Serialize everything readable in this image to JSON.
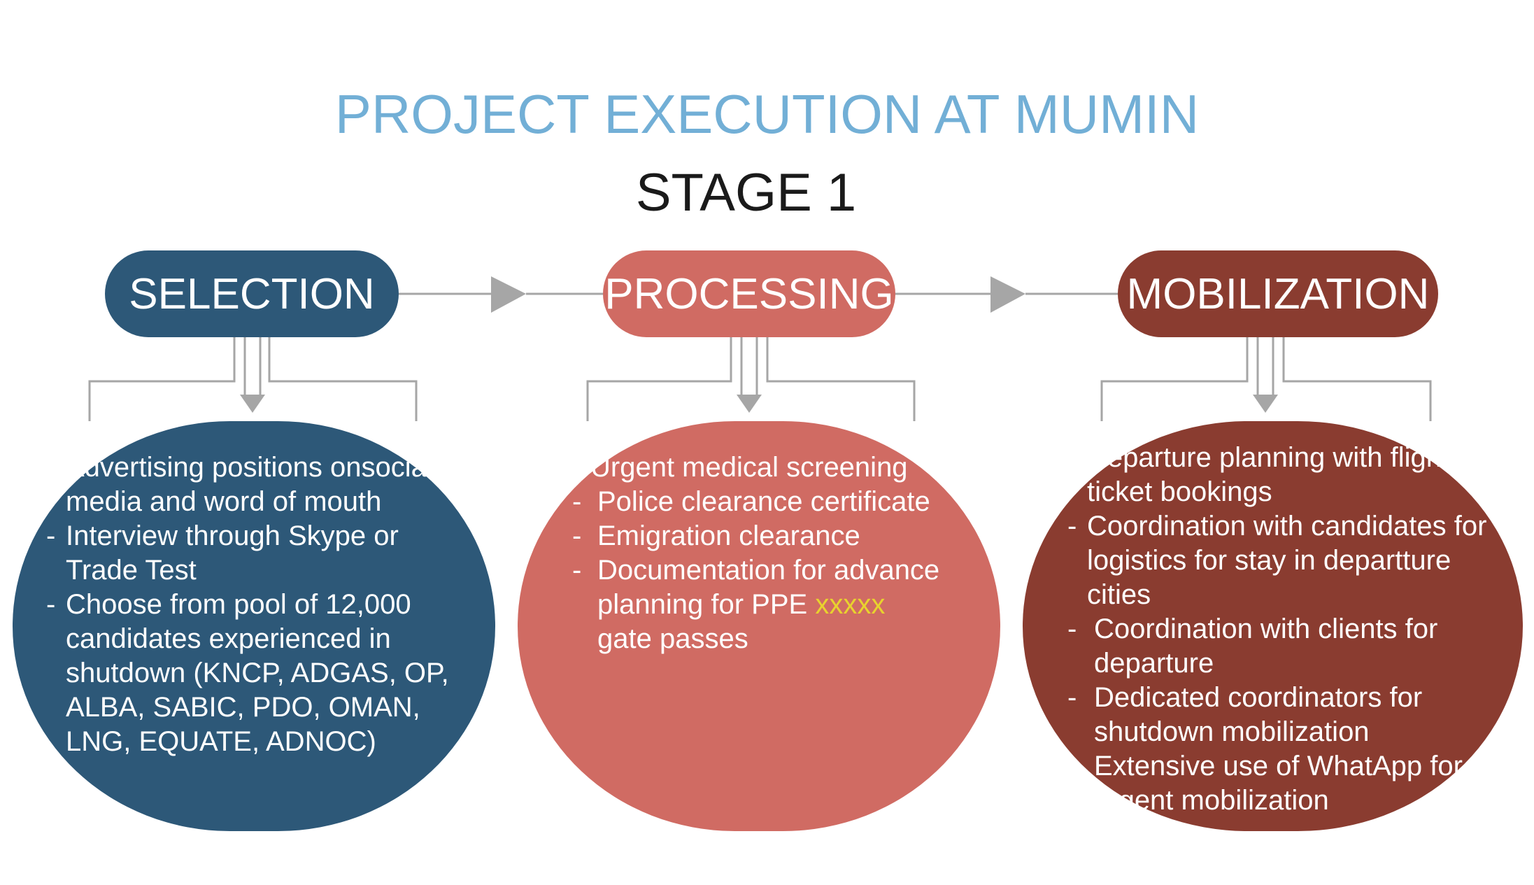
{
  "title": "PROJECT EXECUTION AT MUMIN",
  "subtitle": "STAGE 1",
  "colors": {
    "title": "#72afd6",
    "selection": "#2d5878",
    "processing": "#d06b63",
    "mobilization": "#8a3c30",
    "connector": "#a6a6a6",
    "highlight": "#e8d22e"
  },
  "stages": [
    {
      "label": "SELECTION",
      "items": [
        {
          "dash": "-",
          "text": "Advertising positions onsocial media and word of mouth"
        },
        {
          "dash": "-",
          "text": "Interview through Skype or Trade Test"
        },
        {
          "dash": "-",
          "text": "Choose from pool of 12,000 candidates experienced in shutdown (KNCP, ADGAS, OP, ALBA, SABIC, PDO, OMAN, LNG, EQUATE, ADNOC)"
        }
      ]
    },
    {
      "label": "PROCESSING",
      "items": [
        {
          "dash": "-",
          "text": "Urgent medical screening"
        },
        {
          "dash": "-",
          "text": "Police clearance certificate"
        },
        {
          "dash": "-",
          "text": "Emigration clearance"
        },
        {
          "dash": "-",
          "text": "Documentation for advance planning for PPE",
          "highlight": "xxxxx",
          "text_after": "gate passes"
        }
      ]
    },
    {
      "label": "MOBILIZATION",
      "items": [
        {
          "dash": "-",
          "text": "Departure planning with flight ticket bookings"
        },
        {
          "dash": "-",
          "text": "Coordination with candidates for logistics for stay in departture cities"
        },
        {
          "dash": "-",
          "text": "Coordination with clients for departure"
        },
        {
          "dash": "-",
          "text": "Dedicated coordinators for shutdown mobilization"
        },
        {
          "dash": "-",
          "text": "Extensive use of WhatApp for urgent mobilization"
        }
      ]
    }
  ]
}
